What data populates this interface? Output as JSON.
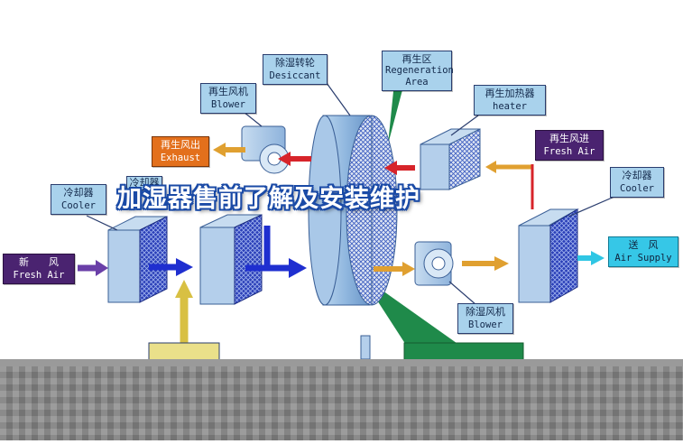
{
  "labels": {
    "desiccant": {
      "zh": "除湿转轮",
      "en": "Desiccant"
    },
    "regen_area": {
      "zh": "再生区",
      "en": "Regeneration Area"
    },
    "blower_top": {
      "zh": "再生风机",
      "en": "Blower"
    },
    "heater": {
      "zh": "再生加热器",
      "en": "heater"
    },
    "exhaust": {
      "zh": "再生风出",
      "en": "Exhaust"
    },
    "fresh_in_top": {
      "zh": "再生风进",
      "en": "Fresh Air"
    },
    "cooler_left": {
      "zh": "冷却器",
      "en": "Cooler"
    },
    "cooler_right": {
      "zh": "冷却器",
      "en": "Cooler"
    },
    "cooler_mid": {
      "zh": "冷却器"
    },
    "fresh_air": {
      "zh": "新　　风",
      "en": "Fresh Air"
    },
    "air_supply": {
      "zh": "送　风",
      "en": "Air Supply"
    },
    "blower_bottom": {
      "zh": "除湿风机",
      "en": "Blower"
    }
  },
  "title": "加湿器售前了解及安装维护",
  "colors": {
    "label_blue": "#a9d2ec",
    "label_purple": "#4a2370",
    "label_orange": "#e3701c",
    "label_cyan": "#36c7e7",
    "arrow_red": "#d7242a",
    "arrow_orange": "#e0a030",
    "arrow_blue": "#1f2fd0",
    "arrow_purple": "#6a3fa8",
    "arrow_yellow": "#d8c043",
    "arrow_cyan": "#2fc6e4",
    "wheel_blue": "#8fb6de",
    "title_outline": "#1a4aa6"
  }
}
